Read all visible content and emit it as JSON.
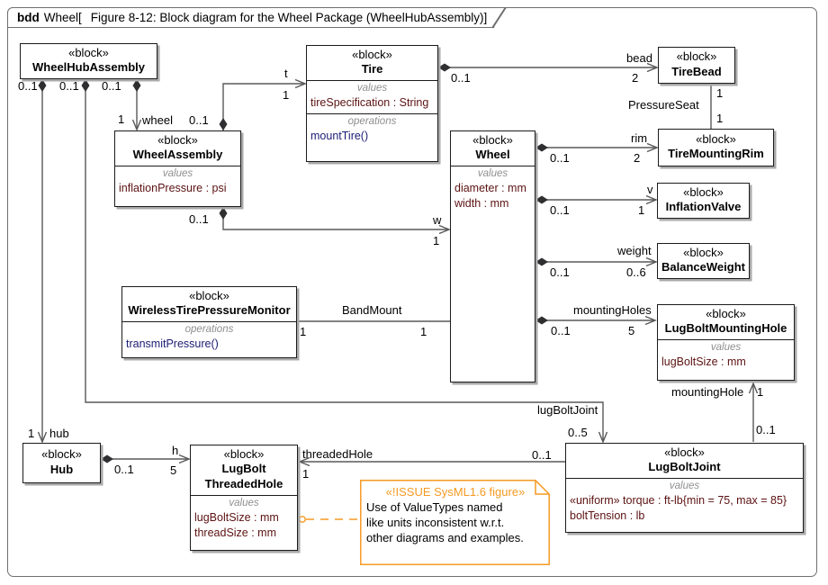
{
  "header": {
    "kind": "bdd",
    "context": "Wheel[",
    "icon": "diagram-icon",
    "title": "Figure 8-12: Block diagram for the Wheel Package (WheelHubAssembly)]"
  },
  "colors": {
    "line": "#58585a",
    "diamond": "#2f2f31",
    "block_border": "#1b1b1b",
    "frame_border": "#6f6f6f",
    "value_text": "#5c1212",
    "operation_text": "#1c1c74",
    "section_label": "#8f8f8f",
    "note_accent": "#f59a23",
    "icon_bg": "#eee6cc",
    "icon_fg": "#8a7747"
  },
  "blocks": [
    {
      "id": "wheelHubAssembly",
      "stereotype": "«block»",
      "name_lines": [
        "WheelHubAssembly"
      ],
      "sections": []
    },
    {
      "id": "tire",
      "stereotype": "«block»",
      "name_lines": [
        "Tire"
      ],
      "sections": [
        {
          "label": "values",
          "kind": "values",
          "entries": [
            "tireSpecification : String"
          ]
        },
        {
          "label": "operations",
          "kind": "operations",
          "entries": [
            "mountTire()"
          ]
        }
      ]
    },
    {
      "id": "tireBead",
      "stereotype": "«block»",
      "name_lines": [
        "TireBead"
      ],
      "sections": []
    },
    {
      "id": "wheelAssembly",
      "stereotype": "«block»",
      "name_lines": [
        "WheelAssembly"
      ],
      "sections": [
        {
          "label": "values",
          "kind": "values",
          "entries": [
            "inflationPressure : psi"
          ]
        }
      ]
    },
    {
      "id": "wheel",
      "stereotype": "«block»",
      "name_lines": [
        "Wheel"
      ],
      "sections": [
        {
          "label": "values",
          "kind": "values",
          "entries": [
            "diameter : mm",
            "width : mm"
          ]
        }
      ]
    },
    {
      "id": "tireMountingRim",
      "stereotype": "«block»",
      "name_lines": [
        "TireMountingRim"
      ],
      "sections": []
    },
    {
      "id": "inflationValve",
      "stereotype": "«block»",
      "name_lines": [
        "InflationValve"
      ],
      "sections": []
    },
    {
      "id": "balanceWeight",
      "stereotype": "«block»",
      "name_lines": [
        "BalanceWeight"
      ],
      "sections": []
    },
    {
      "id": "wirelessTirePressureMonitor",
      "stereotype": "«block»",
      "name_lines": [
        "WirelessTirePressureMonitor"
      ],
      "sections": [
        {
          "label": "operations",
          "kind": "operations",
          "entries": [
            "transmitPressure()"
          ]
        }
      ]
    },
    {
      "id": "lugBoltMountingHole",
      "stereotype": "«block»",
      "name_lines": [
        "LugBoltMountingHole"
      ],
      "sections": [
        {
          "label": "values",
          "kind": "values",
          "entries": [
            "lugBoltSize : mm"
          ]
        }
      ]
    },
    {
      "id": "hub",
      "stereotype": "«block»",
      "name_lines": [
        "Hub"
      ],
      "sections": []
    },
    {
      "id": "lugBoltThreadedHole",
      "stereotype": "«block»",
      "name_lines": [
        "LugBolt",
        "ThreadedHole"
      ],
      "sections": [
        {
          "label": "values",
          "kind": "values",
          "entries": [
            "lugBoltSize : mm",
            "threadSize : mm"
          ]
        }
      ]
    },
    {
      "id": "lugBoltJoint",
      "stereotype": "«block»",
      "name_lines": [
        "LugBoltJoint"
      ],
      "sections": [
        {
          "label": "values",
          "kind": "values",
          "entries": [
            "«uniform» torque : ft-lb{min = 75, max = 85}",
            "boltTension : lb"
          ]
        }
      ]
    }
  ],
  "edges": [
    {
      "id": "hubComposition",
      "labels": [
        "0..1",
        "1",
        "hub"
      ]
    },
    {
      "id": "lugBoltJointComposition",
      "labels": [
        "0..1",
        "lugBoltJoint",
        "0..5"
      ]
    },
    {
      "id": "wheelComposition",
      "labels": [
        "0..1",
        "1",
        "wheel"
      ]
    },
    {
      "id": "tireComposition",
      "labels": [
        "0..1",
        "t",
        "1"
      ]
    },
    {
      "id": "wComposition",
      "labels": [
        "0..1",
        "w",
        "1"
      ]
    },
    {
      "id": "beadComposition",
      "labels": [
        "0..1",
        "bead",
        "2"
      ]
    },
    {
      "id": "pressureSeat",
      "labels": [
        "1",
        "PressureSeat",
        "1"
      ]
    },
    {
      "id": "rimComposition",
      "labels": [
        "0..1",
        "rim",
        "2"
      ]
    },
    {
      "id": "vComposition",
      "labels": [
        "0..1",
        "v",
        "1"
      ]
    },
    {
      "id": "weightComposition",
      "labels": [
        "0..1",
        "weight",
        "0..6"
      ]
    },
    {
      "id": "mountingHolesComposition",
      "labels": [
        "0..1",
        "mountingHoles",
        "5"
      ]
    },
    {
      "id": "bandMount",
      "labels": [
        "BandMount",
        "1",
        "1"
      ]
    },
    {
      "id": "hComposition",
      "labels": [
        "0..1",
        "h",
        "5"
      ]
    },
    {
      "id": "threadedHoleAssociation",
      "labels": [
        "threadedHole",
        "1",
        "0..1"
      ]
    },
    {
      "id": "mountingHoleAssociation",
      "labels": [
        "mountingHole",
        "1",
        "0..1"
      ]
    }
  ],
  "note": {
    "stereotype": "«!ISSUE SysML1.6 figure»",
    "lines": [
      "Use of ValueTypes named",
      "like units inconsistent w.r.t.",
      "other diagrams and examples."
    ]
  }
}
